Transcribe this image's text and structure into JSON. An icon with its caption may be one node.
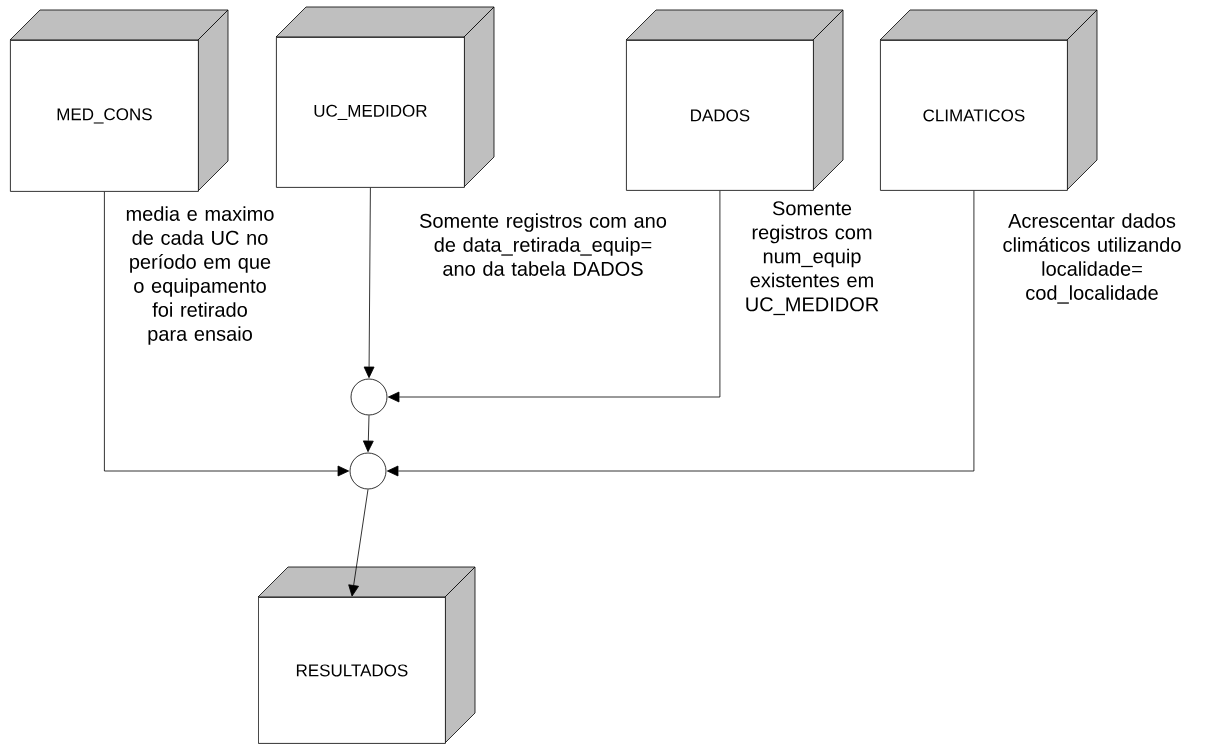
{
  "diagram": {
    "nodes": [
      {
        "text": [
          "MED_CONS"
        ]
      },
      {
        "text": [
          "UC_MEDIDOR"
        ]
      },
      {
        "text": [
          "DADOS"
        ]
      },
      {
        "text": [
          "CLIMATICOS"
        ]
      },
      {
        "text": [],
        "shape": "circle"
      },
      {
        "text": [],
        "shape": "circle"
      },
      {
        "text": [
          "RESULTADOS"
        ]
      }
    ],
    "edges": [
      {
        "from": 1,
        "to": 4,
        "arrow": "to",
        "label": "Somente registros com ano de data_retirada_equip= ano da tabela DADOS"
      },
      {
        "from": 2,
        "to": 4,
        "arrow": "to",
        "label": "Somente registros com num_equip existentes em UC_MEDIDOR"
      },
      {
        "from": 4,
        "to": 5,
        "arrow": "to"
      },
      {
        "from": 0,
        "to": 5,
        "arrow": "to",
        "label": "media e maximo de cada UC no período em que o equipamento foi retirado para ensaio"
      },
      {
        "from": 3,
        "to": 5,
        "arrow": "to",
        "label": "Acrescentar dados climáticos utilizando localidade= cod_localidade"
      },
      {
        "from": 5,
        "to": 6,
        "arrow": "to"
      }
    ]
  }
}
